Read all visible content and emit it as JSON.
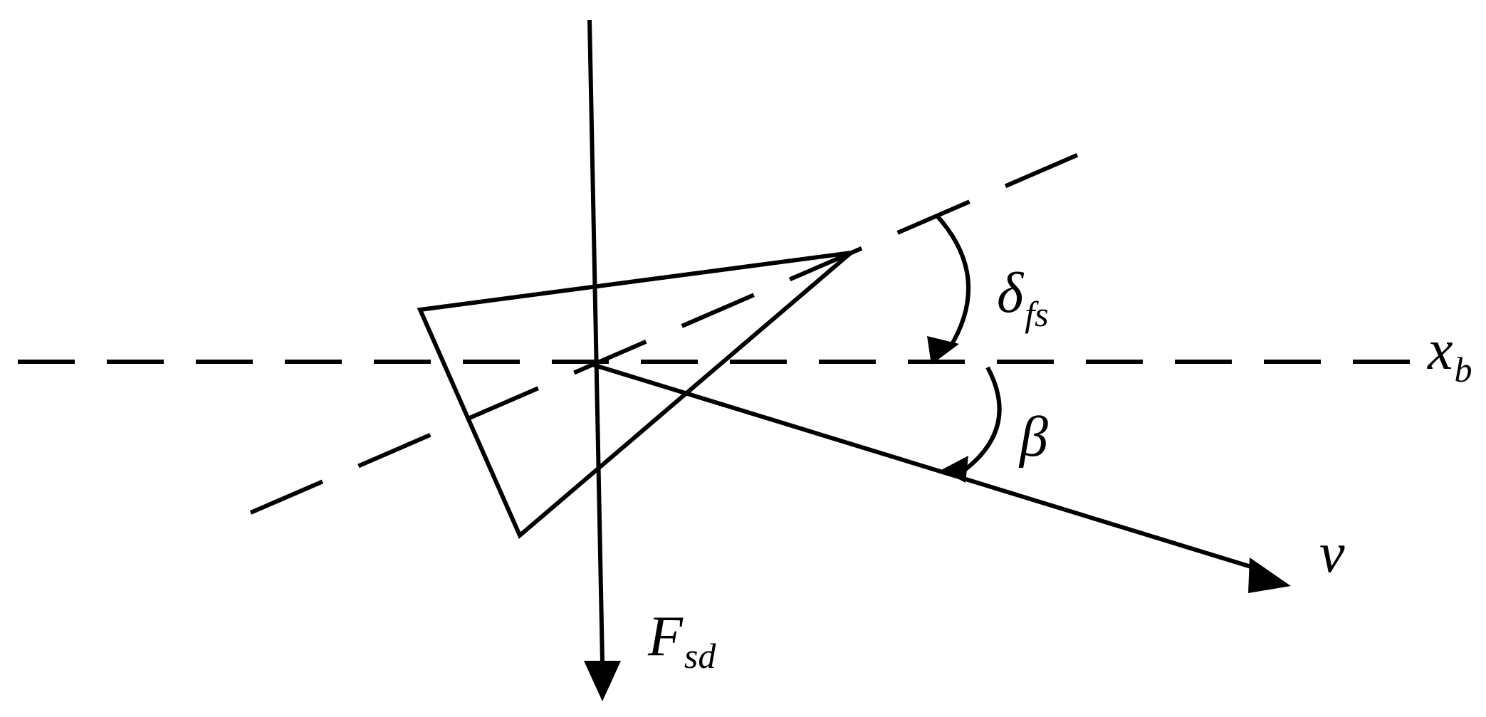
{
  "colors": {
    "ink": "#000000",
    "background": "#ffffff"
  },
  "labels": {
    "x_axis": {
      "main": "x",
      "sub": "b"
    },
    "velocity": {
      "main": "v"
    },
    "force": {
      "main": "F",
      "sub": "sd"
    },
    "deflection_angle": {
      "main": "δ",
      "sub": "fs"
    },
    "sideslip_angle": {
      "main": "β"
    }
  }
}
